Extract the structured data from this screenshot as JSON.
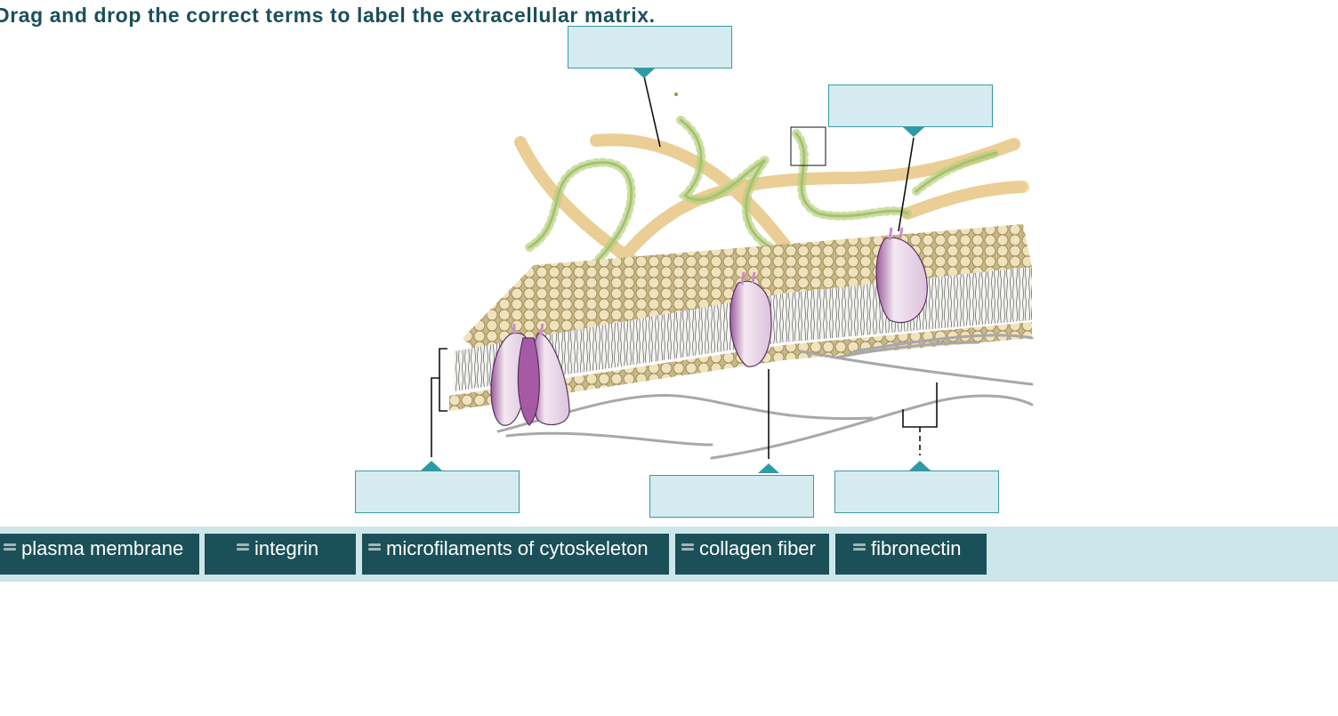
{
  "title": "Drag and drop the correct terms to label the extracellular matrix.",
  "terms": [
    {
      "label": "plasma membrane"
    },
    {
      "label": "integrin"
    },
    {
      "label": "microfilaments of cytoskeleton"
    },
    {
      "label": "collagen fiber"
    },
    {
      "label": "fibronectin"
    }
  ],
  "colors": {
    "title": "#1b505a",
    "dropzone_fill": "#d5ebef",
    "dropzone_border": "#3a9aa5",
    "pointer": "#2e9aa6",
    "tray": "#cde6ea",
    "term_bg": "#1b5058",
    "collagen": "#f3d9a6",
    "fibronectin": "#8ab04e",
    "phospholipid_head": "#e6d6a8",
    "integrin": "#b07ab0"
  }
}
